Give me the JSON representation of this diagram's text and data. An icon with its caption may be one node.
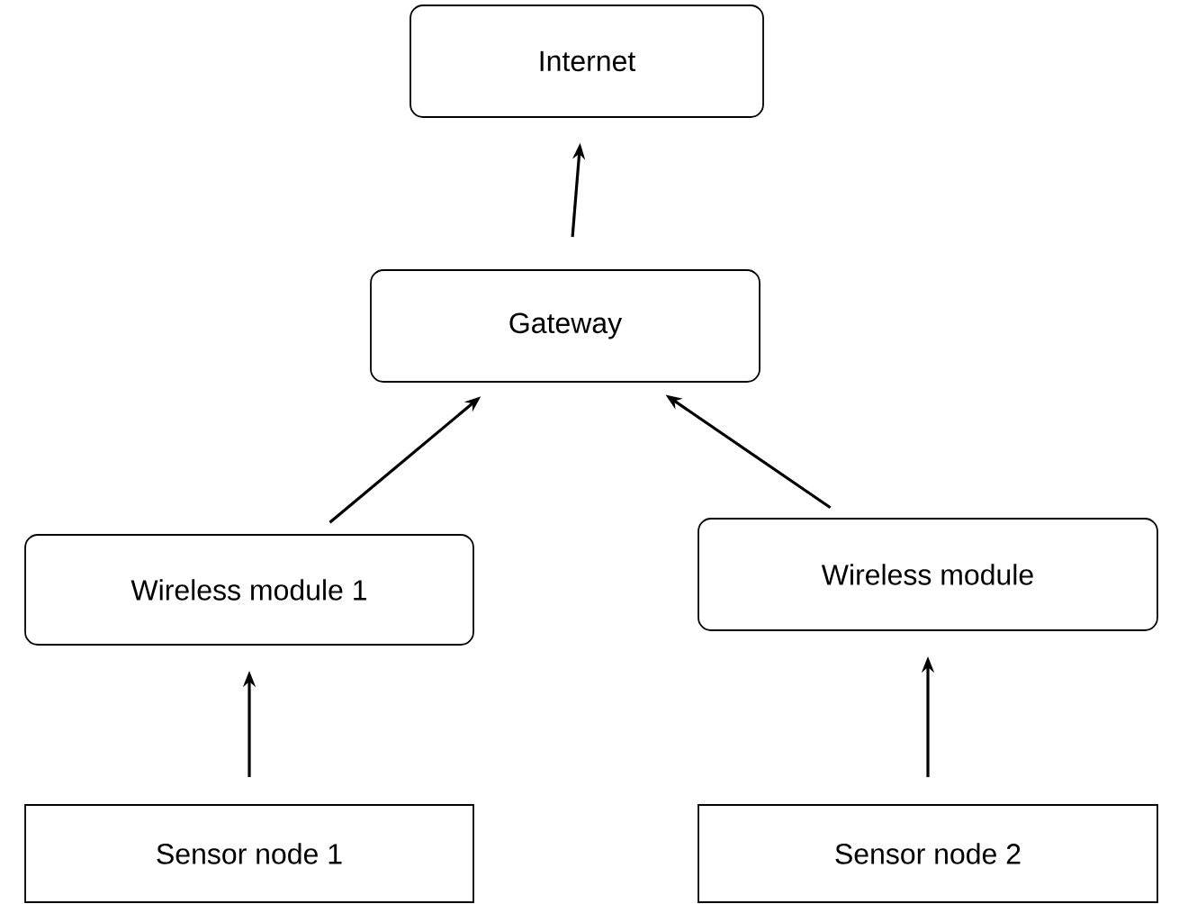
{
  "diagram": {
    "nodes": [
      {
        "text": [
          "Internet"
        ]
      },
      {
        "text": [
          "Gateway"
        ]
      },
      {
        "text": [
          "Wireless module 1"
        ]
      },
      {
        "text": [
          "Wireless module"
        ]
      },
      {
        "text": [
          "Sensor node 1"
        ]
      },
      {
        "text": [
          "Sensor node 2"
        ]
      }
    ],
    "edges": [
      {
        "from": 1,
        "to": 0,
        "arrow": "to"
      },
      {
        "from": 2,
        "to": 1,
        "arrow": "to"
      },
      {
        "from": 3,
        "to": 1,
        "arrow": "to"
      },
      {
        "from": 4,
        "to": 2,
        "arrow": "to"
      },
      {
        "from": 5,
        "to": 3,
        "arrow": "to"
      }
    ]
  }
}
